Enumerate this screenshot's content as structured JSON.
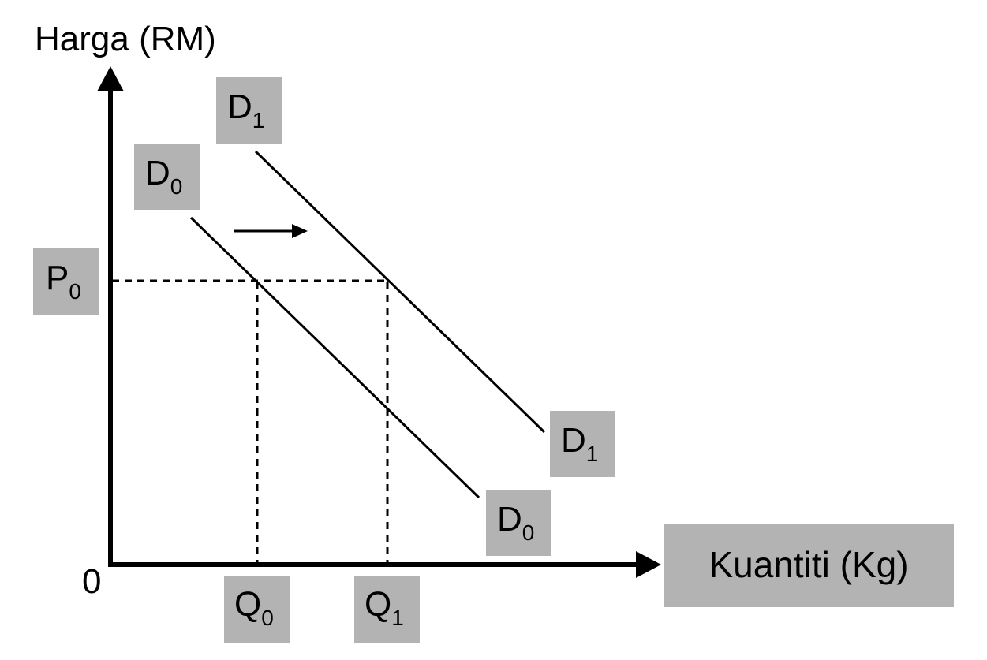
{
  "diagram": {
    "y_axis_label": "Harga (RM)",
    "x_axis_label": "Kuantiti (Kg)",
    "origin_label": "0",
    "price_label": {
      "main": "P",
      "sub": "0"
    },
    "quantity_labels": [
      {
        "main": "Q",
        "sub": "0"
      },
      {
        "main": "Q",
        "sub": "1"
      }
    ],
    "demand_curves": [
      {
        "main": "D",
        "sub": "0"
      },
      {
        "main": "D",
        "sub": "1"
      }
    ],
    "shift_arrow": "right",
    "colors": {
      "label_box": "#b3b3b3",
      "line": "#000000",
      "background": "#ffffff"
    }
  }
}
